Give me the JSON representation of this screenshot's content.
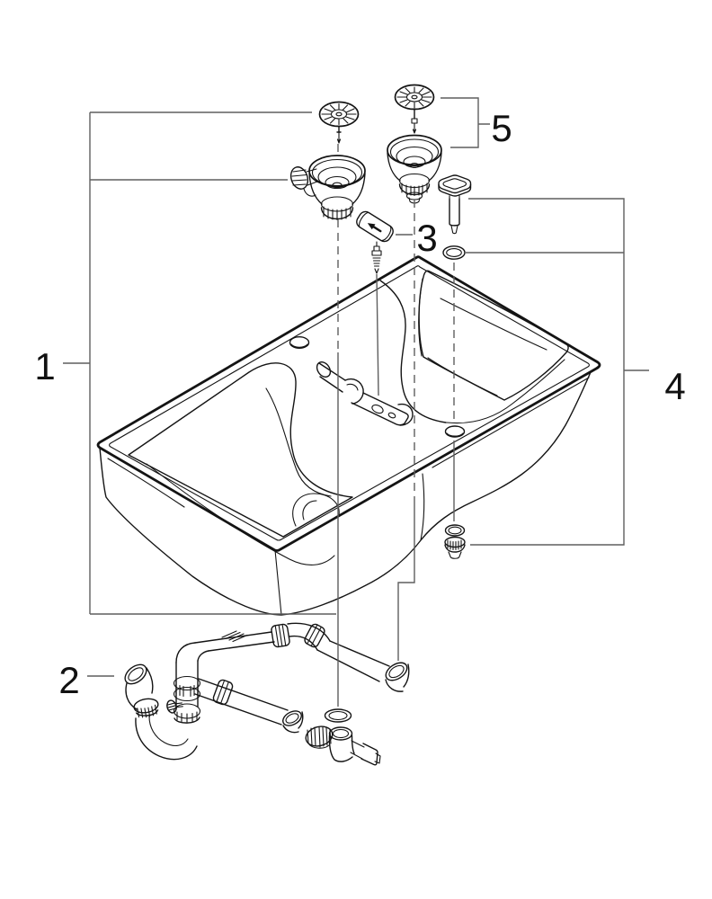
{
  "diagram": {
    "type": "exploded-parts-diagram",
    "subject": "kitchen sink with strainer waste, remote knob and drain pipe set",
    "callouts": [
      {
        "id": "callout-1",
        "label": "1"
      },
      {
        "id": "callout-2",
        "label": "2"
      },
      {
        "id": "callout-3",
        "label": "3"
      },
      {
        "id": "callout-4",
        "label": "4"
      },
      {
        "id": "callout-5",
        "label": "5"
      }
    ],
    "colors": {
      "part_outline": "#141414",
      "leader_line": "#5f5f5f",
      "label_text": "#111111",
      "background": "#ffffff"
    }
  }
}
